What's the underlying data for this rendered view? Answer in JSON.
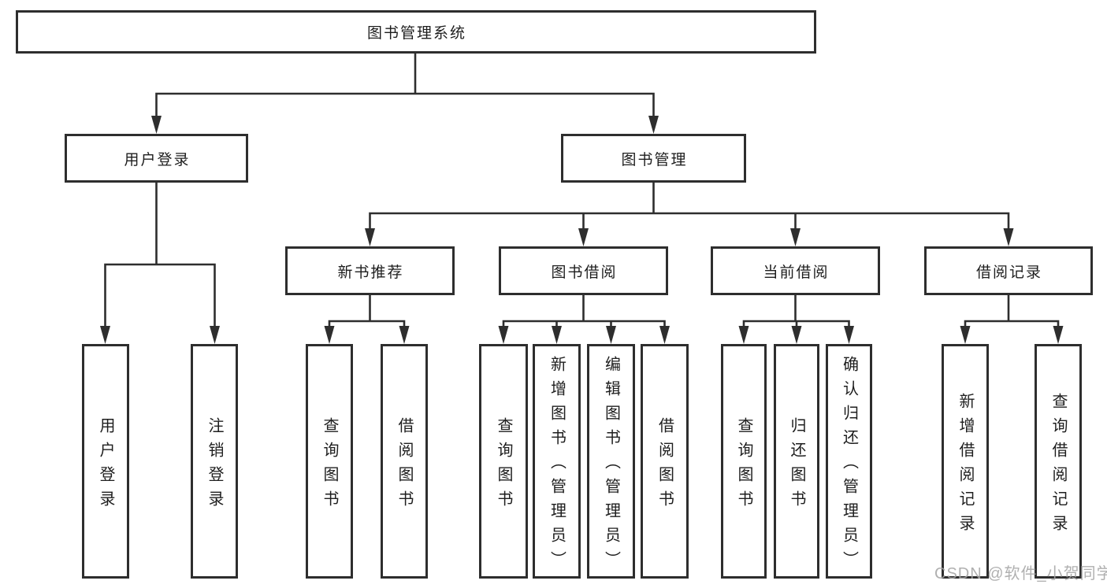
{
  "diagram": {
    "root": {
      "label": "图书管理系统"
    },
    "branches": [
      {
        "label": "用户登录",
        "children": [
          {
            "label": "用户登录"
          },
          {
            "label": "注销登录"
          }
        ]
      },
      {
        "label": "图书管理",
        "sections": [
          {
            "label": "新书推荐",
            "children": [
              {
                "label": "查询图书"
              },
              {
                "label": "借阅图书"
              }
            ]
          },
          {
            "label": "图书借阅",
            "children": [
              {
                "label": "查询图书"
              },
              {
                "label": "新增图书（管理员）"
              },
              {
                "label": "编辑图书（管理员）"
              },
              {
                "label": "借阅图书"
              }
            ]
          },
          {
            "label": "当前借阅",
            "children": [
              {
                "label": "查询图书"
              },
              {
                "label": "归还图书"
              },
              {
                "label": "确认归还（管理员）"
              }
            ]
          },
          {
            "label": "借阅记录",
            "children": [
              {
                "label": "新增借阅记录"
              },
              {
                "label": "查询借阅记录"
              }
            ]
          }
        ]
      }
    ]
  },
  "watermark": "CSDN @软件_小贺同学",
  "colors": {
    "line": "#2e2e2e",
    "box_border": "#2e2e2e",
    "text": "#1e1e1e",
    "watermark": "#a5a5a5",
    "background": "#ffffff"
  }
}
